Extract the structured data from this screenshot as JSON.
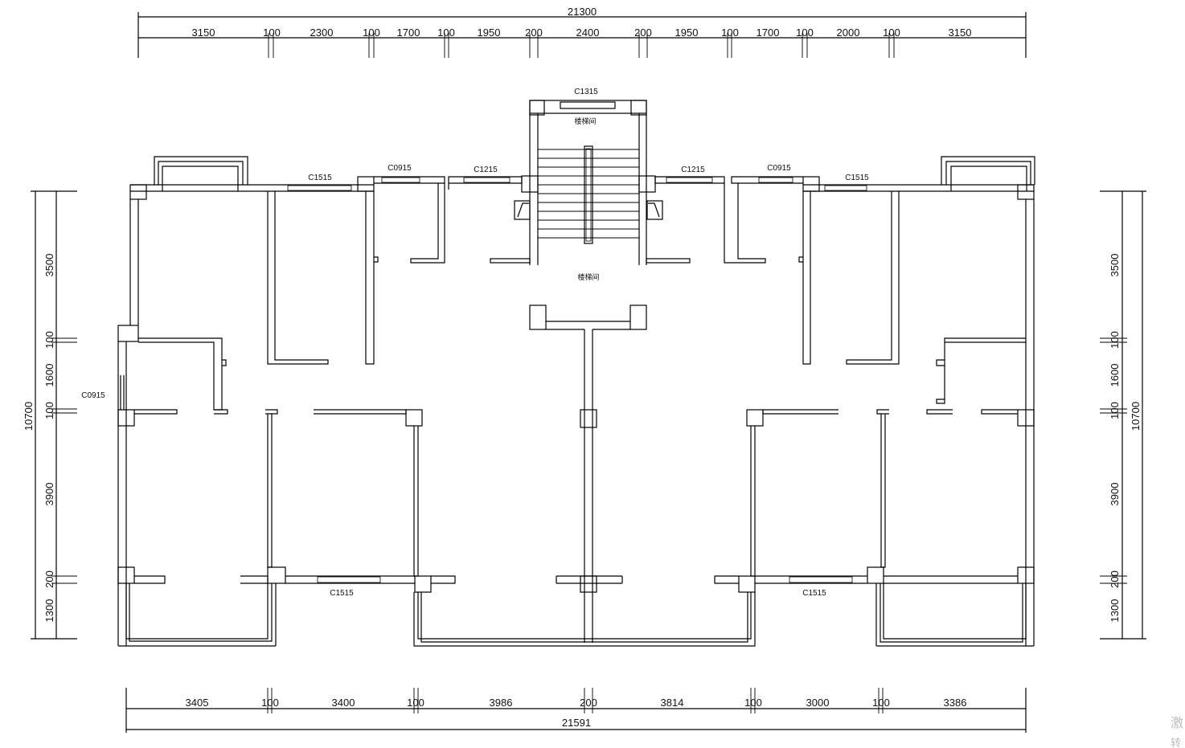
{
  "top_dimensions": {
    "overall": "21300",
    "segments": [
      "3150",
      "100",
      "2300",
      "100",
      "1700",
      "100",
      "1950",
      "200",
      "2400",
      "200",
      "1950",
      "100",
      "1700",
      "100",
      "2000",
      "100",
      "3150"
    ]
  },
  "bottom_dimensions": {
    "overall": "21591",
    "segments": [
      "3405",
      "100",
      "3400",
      "100",
      "3986",
      "200",
      "3814",
      "100",
      "3000",
      "100",
      "3386"
    ]
  },
  "left_dimensions": {
    "overall": "10700",
    "segments": [
      "3500",
      "100",
      "1600",
      "100",
      "3900",
      "200",
      "1300"
    ]
  },
  "right_dimensions": {
    "overall": "10700",
    "segments": [
      "3500",
      "100",
      "1600",
      "100",
      "3900",
      "200",
      "1300"
    ]
  },
  "window_labels": {
    "stair_top": "C1315",
    "top_left_1515": "C1515",
    "top_left_0915": "C0915",
    "top_left_1215": "C1215",
    "top_right_1215": "C1215",
    "top_right_0915": "C0915",
    "top_right_1515": "C1515",
    "left_side_0915": "C0915",
    "bottom_left_1515": "C1515",
    "bottom_right_1515": "C1515"
  },
  "room_labels": {
    "stair_upper": "楼梯间",
    "stair_lower": "楼梯间"
  },
  "watermark": {
    "line1": "激",
    "line2": "转"
  }
}
